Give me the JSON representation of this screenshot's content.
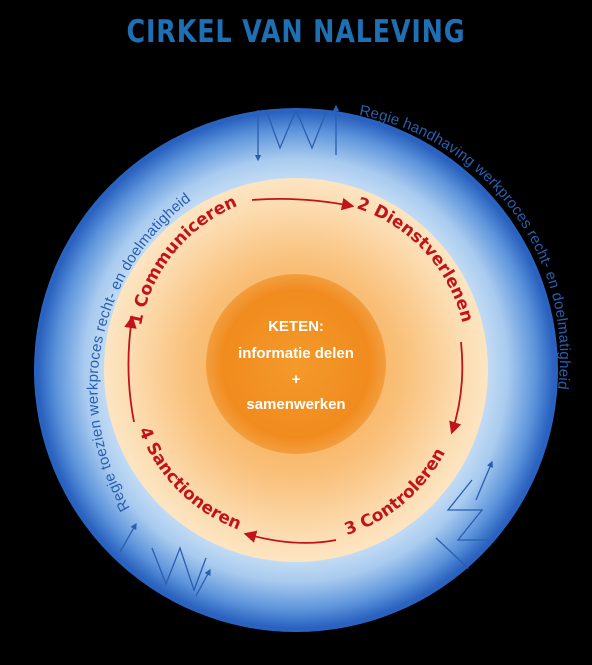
{
  "title": "CIRKEL VAN NALEVING",
  "colors": {
    "title": "#1f6fb5",
    "outer_ring_edge": "#2a69c4",
    "outer_ring_light": "#cde4f7",
    "arc_text": "#2a5faf",
    "step_text": "#c0141a",
    "center_orange": "#f18b1e",
    "center_text": "#ffffff"
  },
  "outer_ring": {
    "upper_text": "Regie handhaving werkproces recht- en doelmatigheid",
    "lower_text": "Regie toezien werkproces recht- en doelmatigheid"
  },
  "cycle": {
    "steps": [
      "1 Communiceren",
      "2 Dienstverlenen",
      "3 Controleren",
      "4 Sanctioneren"
    ]
  },
  "center": {
    "heading": "KETEN:",
    "line1": "informatie delen",
    "plus": "+",
    "line2": "samenwerken"
  }
}
